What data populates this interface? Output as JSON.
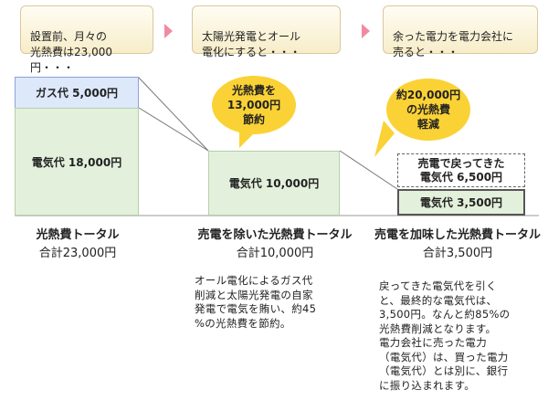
{
  "steps": [
    {
      "text": "設置前、月々の\n光熱費は23,000円・・・"
    },
    {
      "text": "太陽光発電とオール\n電化にすると・・・"
    },
    {
      "text": "余った電力を電力会社に\n売ると・・・"
    }
  ],
  "columns": [
    {
      "bars": [
        {
          "label": "ガス代 5,000円",
          "value": 5000,
          "kind": "gas"
        },
        {
          "label": "電気代 18,000円",
          "value": 18000,
          "kind": "electric"
        }
      ],
      "title": "光熱費トータル",
      "total": "合計23,000円",
      "description": ""
    },
    {
      "bars": [
        {
          "label": "電気代 10,000円",
          "value": 10000,
          "kind": "electric"
        }
      ],
      "bubble": "光熱費を\n13,000円\n節約",
      "title": "売電を除いた光熱費トータル",
      "total": "合計10,000円",
      "description": "オール電化によるガス代\n削減と太陽光発電の自家\n発電で電気を賄い、約45\n%の光熱費を節約。"
    },
    {
      "bars": [
        {
          "label": "電気代 3,500円",
          "value": 3500,
          "kind": "electric"
        }
      ],
      "returned": "売電で戻ってきた\n電気代 6,500円",
      "bubble": "約20,000円\nの光熱費\n軽減",
      "title": "売電を加味した光熱費トータル",
      "total": "合計3,500円",
      "description": "戻ってきた電気代を引く\nと、最終的な電気代は、\n3,500円。なんと約85%の\n光熱費削減となります。\n電力会社に売った電力\n（電気代）は、買った電力\n（電気代）とは別に、銀行\nに振り込まれます。"
    }
  ],
  "colors": {
    "bubble": "#fbd235",
    "arrow": "#f18aa1",
    "electric": "#e3f1dc",
    "gas": "#dde8fa"
  }
}
